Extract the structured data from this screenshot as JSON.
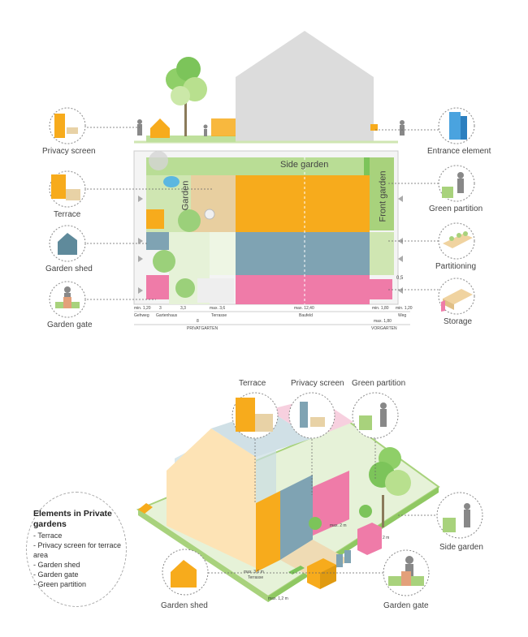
{
  "top_labels": {
    "privacy_screen": "Privacy screen",
    "terrace": "Terrace",
    "garden_shed": "Garden shed",
    "garden_gate": "Garden gate",
    "entrance_element": "Entrance element",
    "green_partition": "Green partition",
    "partitioning": "Partitioning",
    "storage": "Storage"
  },
  "plan_labels": {
    "side_garden": "Side garden",
    "garden": "Garden",
    "front_garden": "Front garden",
    "height_note": "0,5"
  },
  "dimensions": {
    "values": [
      "min. 1,20",
      "3",
      "3,3",
      "max. 3,6",
      "max. 12,40",
      "min. 1,80",
      "min. 1,20"
    ],
    "names": [
      "Gehweg",
      "Gartenhaus",
      "Terrasse",
      "Baufeld",
      "Weg"
    ],
    "sub_values": [
      "8",
      "max. 1,80"
    ],
    "zones": [
      "PRIVATGARTEN",
      "VORGARTEN"
    ]
  },
  "bottom_labels": {
    "terrace": "Terrace",
    "privacy_screen": "Privacy screen",
    "green_partition": "Green partition",
    "side_garden": "Side garden",
    "garden_shed": "Garden shed",
    "garden_gate": "Garden gate",
    "max_2m_a": "max. 2 m",
    "max_2m_b": "2 m",
    "max_terrace": "max. 3,6 m",
    "terrace_small": "Terrasse",
    "max_12": "max. 1,2 m"
  },
  "legend": {
    "title": "Elements in Private gardens",
    "items": [
      "- Terrace",
      "- Privacy screen for terrace area",
      "- Garden shed",
      "- Garden gate",
      "- Green partition"
    ]
  },
  "colors": {
    "orange": "#f7ab1c",
    "blue": "#7fa3b3",
    "pink": "#ef7ba8",
    "green_light": "#cfe6b2",
    "green": "#a8d27c",
    "house_grey": "#dddddd"
  }
}
